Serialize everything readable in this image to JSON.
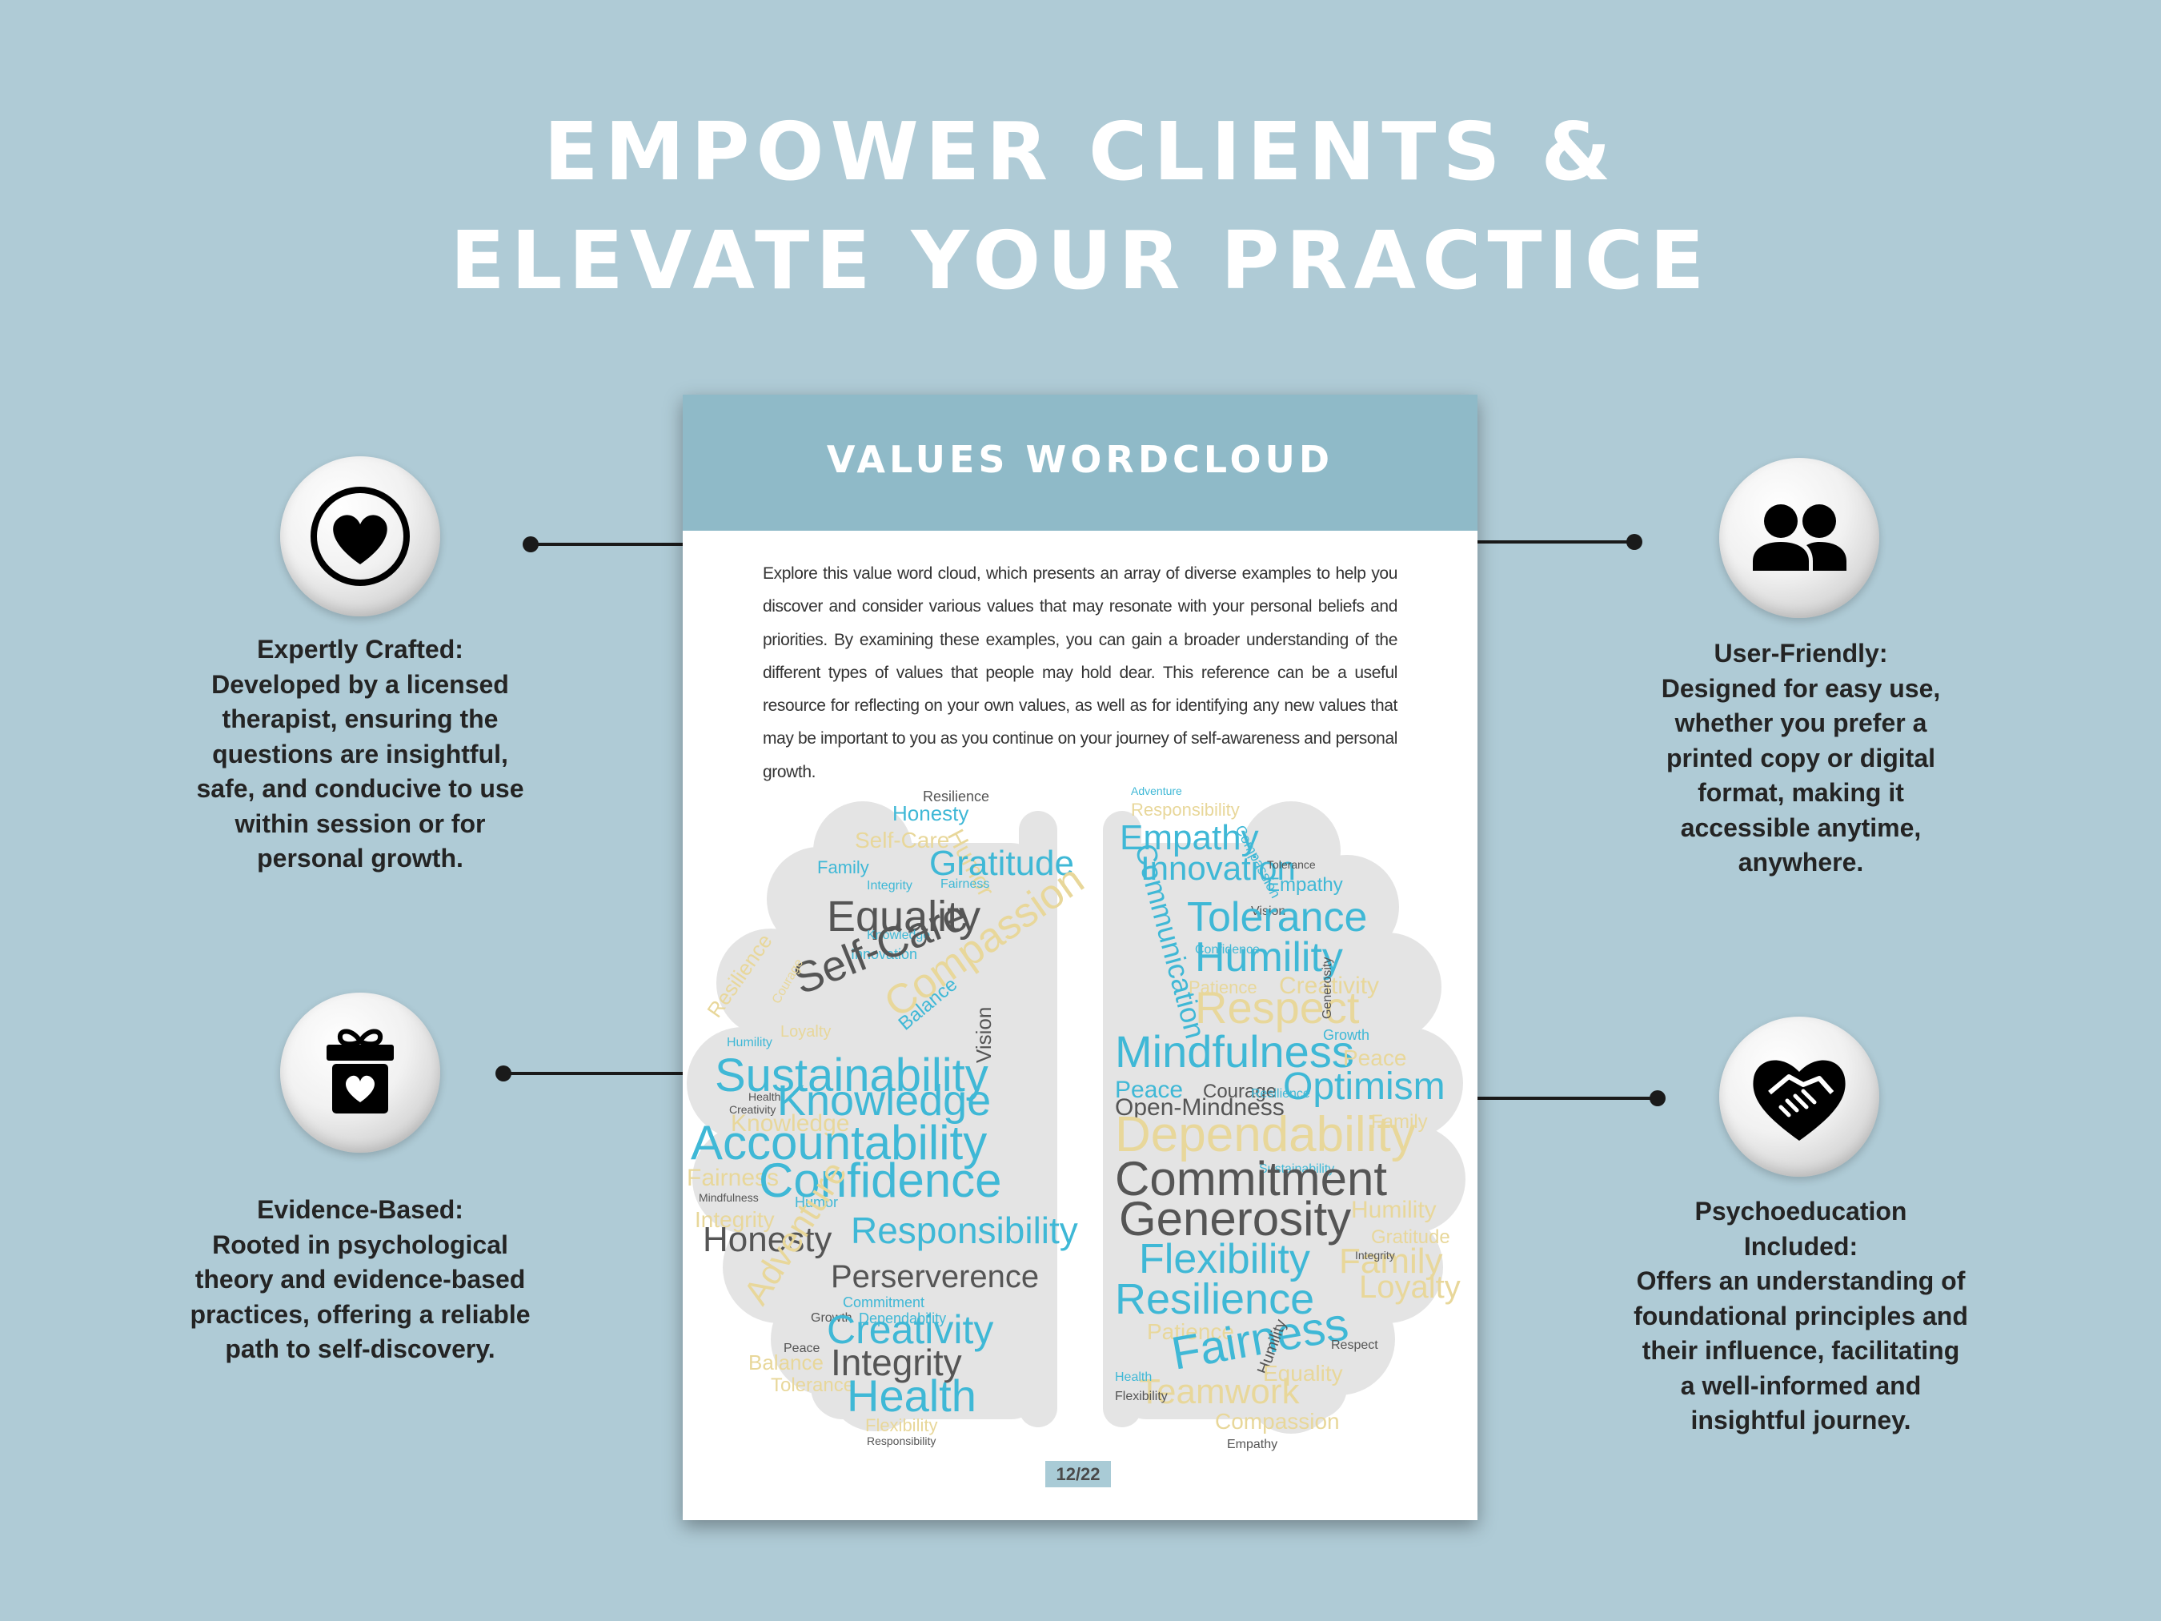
{
  "headline": {
    "line1": "EMPOWER CLIENTS &",
    "line2": "ELEVATE YOUR PRACTICE"
  },
  "features": [
    {
      "id": "expertly-crafted",
      "icon": "heart-circle-icon",
      "title": "Expertly Crafted:",
      "body": "Developed by a licensed therapist, ensuring the questions are insightful, safe, and conducive to use within session or for personal growth."
    },
    {
      "id": "evidence-based",
      "icon": "gift-heart-icon",
      "title": "Evidence-Based:",
      "body": "Rooted in psychological theory and evidence-based practices, offering a reliable path to self-discovery."
    },
    {
      "id": "user-friendly",
      "icon": "users-icon",
      "title": "User-Friendly:",
      "body": "Designed for easy use, whether you prefer a printed copy or digital format, making it accessible anytime, anywhere."
    },
    {
      "id": "psychoeducation",
      "icon": "heart-handshake-icon",
      "title": "Psychoeducation Included:",
      "body": "Offers an understanding of foundational principles and their influence, facilitating a well-informed and insightful journey."
    }
  ],
  "document": {
    "title": "VALUES WORDCLOUD",
    "intro": "Explore this value word cloud, which presents an array of diverse examples to help you discover and consider various values that may resonate with your personal beliefs and priorities. By examining these examples, you can gain a broader understanding of the different types of values that people may hold dear. This reference can be a useful resource for reflecting on your own values, as well as for identifying any new values that may be important to you as you continue on your journey of self-awareness and personal growth.",
    "page": "12/22",
    "colors": {
      "header": "#8fbac8",
      "cloud_fill": "#e4e4e4",
      "word_blue": "#3fb8d6",
      "word_yellow": "#e8d79a",
      "word_gray": "#555555"
    },
    "wordcloud": {
      "left": [
        {
          "w": "Resilience",
          "c": "g"
        },
        {
          "w": "Honesty",
          "c": "b"
        },
        {
          "w": "Humor",
          "c": "y"
        },
        {
          "w": "Self-Care",
          "c": "y"
        },
        {
          "w": "Family",
          "c": "b"
        },
        {
          "w": "Gratitude",
          "c": "b"
        },
        {
          "w": "Integrity",
          "c": "b"
        },
        {
          "w": "Fairness",
          "c": "b"
        },
        {
          "w": "Equality",
          "c": "g"
        },
        {
          "w": "Knowledge",
          "c": "b"
        },
        {
          "w": "Innovation",
          "c": "b"
        },
        {
          "w": "Compassion",
          "c": "y"
        },
        {
          "w": "Self-Care",
          "c": "g"
        },
        {
          "w": "Resilience",
          "c": "y"
        },
        {
          "w": "Courage",
          "c": "y"
        },
        {
          "w": "Balance",
          "c": "b"
        },
        {
          "w": "Vision",
          "c": "g"
        },
        {
          "w": "Loyalty",
          "c": "y"
        },
        {
          "w": "Humility",
          "c": "b"
        },
        {
          "w": "Sustainability",
          "c": "b"
        },
        {
          "w": "Health",
          "c": "g"
        },
        {
          "w": "Creativity",
          "c": "g"
        },
        {
          "w": "Knowledge",
          "c": "b"
        },
        {
          "w": "Knowledge",
          "c": "y"
        },
        {
          "w": "Accountability",
          "c": "b"
        },
        {
          "w": "Fairness",
          "c": "y"
        },
        {
          "w": "Mindfulness",
          "c": "g"
        },
        {
          "w": "Humor",
          "c": "b"
        },
        {
          "w": "Confidence",
          "c": "b"
        },
        {
          "w": "Integrity",
          "c": "y"
        },
        {
          "w": "Honesty",
          "c": "g"
        },
        {
          "w": "Responsibility",
          "c": "b"
        },
        {
          "w": "Adventure",
          "c": "y"
        },
        {
          "w": "Perserverence",
          "c": "g"
        },
        {
          "w": "Commitment",
          "c": "b"
        },
        {
          "w": "Growth",
          "c": "g"
        },
        {
          "w": "Dependability",
          "c": "b"
        },
        {
          "w": "Creativity",
          "c": "b"
        },
        {
          "w": "Peace",
          "c": "g"
        },
        {
          "w": "Balance",
          "c": "y"
        },
        {
          "w": "Integrity",
          "c": "g"
        },
        {
          "w": "Tolerance",
          "c": "y"
        },
        {
          "w": "Health",
          "c": "b"
        },
        {
          "w": "Flexibility",
          "c": "y"
        },
        {
          "w": "Responsibility",
          "c": "g"
        }
      ],
      "right": [
        {
          "w": "Adventure",
          "c": "b"
        },
        {
          "w": "Responsibility",
          "c": "y"
        },
        {
          "w": "Empathy",
          "c": "b"
        },
        {
          "w": "Compassion",
          "c": "b"
        },
        {
          "w": "Innovation",
          "c": "b"
        },
        {
          "w": "Empathy",
          "c": "b"
        },
        {
          "w": "Tolerance",
          "c": "g"
        },
        {
          "w": "Communication",
          "c": "b"
        },
        {
          "w": "Vision",
          "c": "g"
        },
        {
          "w": "Tolerance",
          "c": "b"
        },
        {
          "w": "Confidence",
          "c": "b"
        },
        {
          "w": "Humility",
          "c": "b"
        },
        {
          "w": "Patience",
          "c": "y"
        },
        {
          "w": "Creativity",
          "c": "y"
        },
        {
          "w": "Respect",
          "c": "y"
        },
        {
          "w": "Generosity",
          "c": "g"
        },
        {
          "w": "Growth",
          "c": "b"
        },
        {
          "w": "Mindfulness",
          "c": "b"
        },
        {
          "w": "Peace",
          "c": "y"
        },
        {
          "w": "Optimism",
          "c": "b"
        },
        {
          "w": "Peace",
          "c": "b"
        },
        {
          "w": "Courage",
          "c": "g"
        },
        {
          "w": "Resilience",
          "c": "b"
        },
        {
          "w": "Open-Mindness",
          "c": "g"
        },
        {
          "w": "Family",
          "c": "y"
        },
        {
          "w": "Dependability",
          "c": "y"
        },
        {
          "w": "Sustainability",
          "c": "b"
        },
        {
          "w": "Commitment",
          "c": "g"
        },
        {
          "w": "Humility",
          "c": "y"
        },
        {
          "w": "Generosity",
          "c": "g"
        },
        {
          "w": "Gratitude",
          "c": "y"
        },
        {
          "w": "Flexibility",
          "c": "b"
        },
        {
          "w": "Family",
          "c": "y"
        },
        {
          "w": "Integrity",
          "c": "g"
        },
        {
          "w": "Loyalty",
          "c": "y"
        },
        {
          "w": "Resilience",
          "c": "b"
        },
        {
          "w": "Patience",
          "c": "y"
        },
        {
          "w": "Fairness",
          "c": "b"
        },
        {
          "w": "Humility",
          "c": "g"
        },
        {
          "w": "Respect",
          "c": "g"
        },
        {
          "w": "Equality",
          "c": "y"
        },
        {
          "w": "Teamwork",
          "c": "y"
        },
        {
          "w": "Compassion",
          "c": "y"
        },
        {
          "w": "Empathy",
          "c": "g"
        },
        {
          "w": "Health",
          "c": "b"
        },
        {
          "w": "Flexibility",
          "c": "g"
        }
      ]
    }
  }
}
